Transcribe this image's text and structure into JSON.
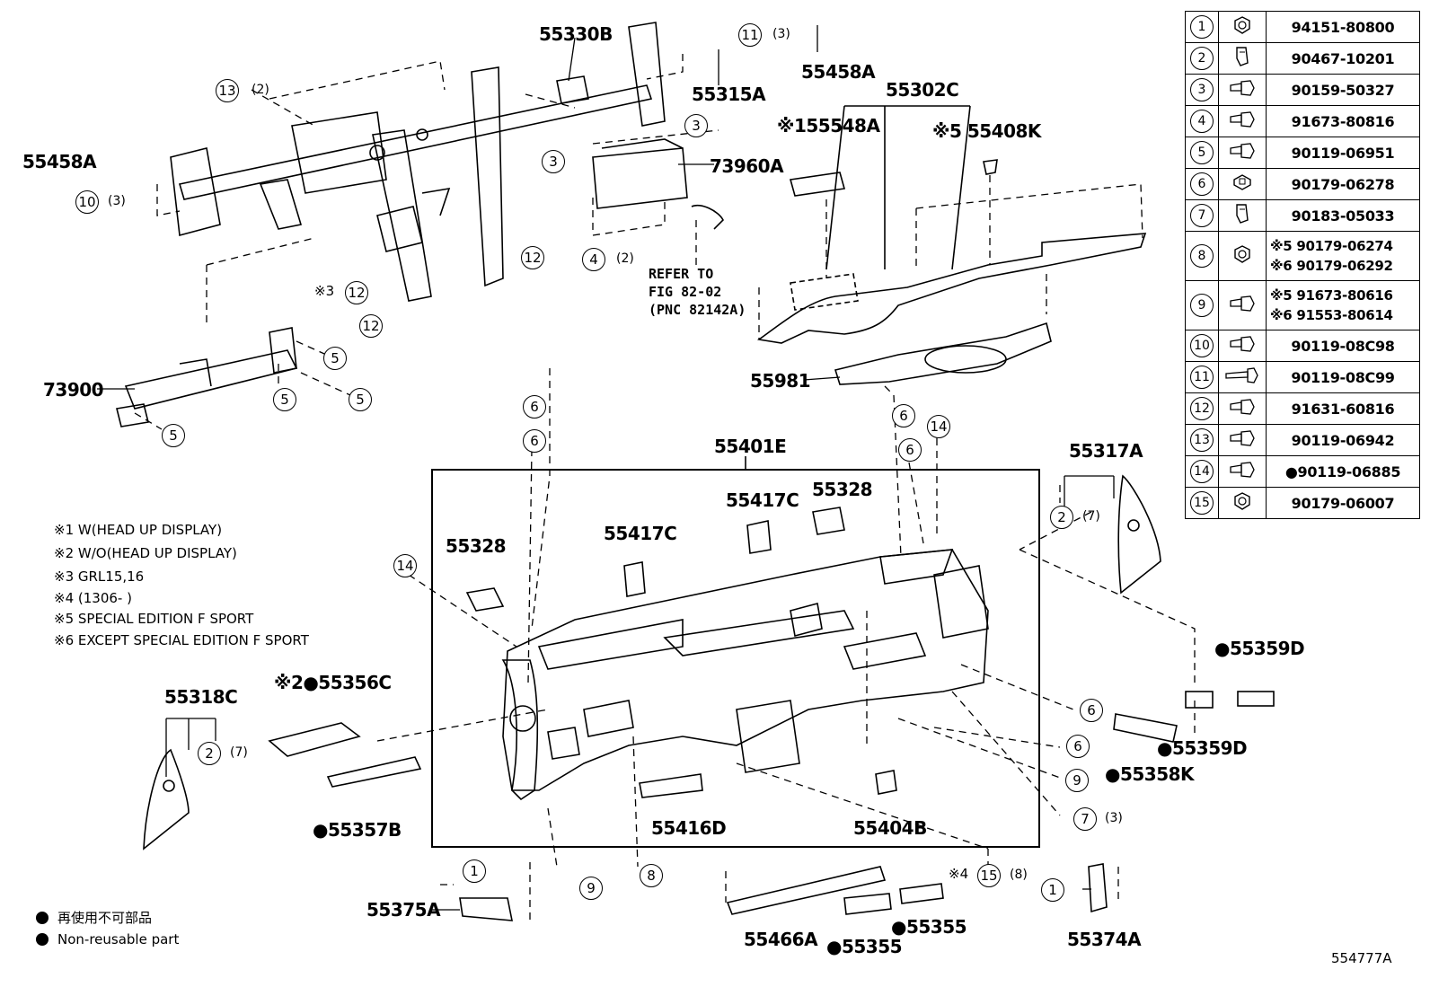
{
  "labels": {
    "p55330B": "55330B",
    "p55458A_top": "55458A",
    "p55458A_left": "55458A",
    "p55315A": "55315A",
    "p55302C": "55302C",
    "p55548A": "※155548A",
    "p55408K": "※5 55408K",
    "p73960A": "73960A",
    "refer": [
      "REFER TO",
      "FIG 82-02",
      "(PNC 82142A)"
    ],
    "p73900": "73900",
    "p55981": "55981",
    "p55401E": "55401E",
    "p55317A": "55317A",
    "p55328_a": "55328",
    "p55328_b": "55328",
    "p55417C_a": "55417C",
    "p55417C_b": "55417C",
    "p55359D_a": "●55359D",
    "p55359D_b": "●55359D",
    "p55358K": "●55358K",
    "p55318C": "55318C",
    "p55356C": "※2●55356C",
    "p55357B": "●55357B",
    "p55416D": "55416D",
    "p55404B": "55404B",
    "p55375A": "55375A",
    "p55466A": "55466A",
    "p55355_a": "●55355",
    "p55355_b": "●55355",
    "p55374A": "55374A"
  },
  "callouts": {
    "c13": "13",
    "q13": "(2)",
    "c11": "11",
    "q11": "(3)",
    "c10": "10",
    "q10": "(3)",
    "c3a": "3",
    "c3b": "3",
    "c4": "4",
    "q4": "(2)",
    "c12a": "12",
    "c12b": "12",
    "c12c": "12",
    "s12": "※3",
    "c5a": "5",
    "c5b": "5",
    "c5c": "5",
    "c5d": "5",
    "c6a": "6",
    "c6b": "6",
    "c6c": "6",
    "c6d": "6",
    "c6e": "6",
    "c6f": "6",
    "c14a": "14",
    "c14b": "14",
    "c2a": "2",
    "q2a": "(7)",
    "c2b": "2",
    "q2b": "(7)",
    "c9a": "9",
    "c9b": "9",
    "c8": "8",
    "c7": "7",
    "q7": "(3)",
    "c15": "15",
    "q15": "(8)",
    "s15": "※4",
    "c1a": "1",
    "c1b": "1"
  },
  "notes": [
    "※1  W(HEAD UP DISPLAY)",
    "※2  W/O(HEAD UP DISPLAY)",
    "※3 GRL15,16",
    "※4 (1306-        )",
    "※5 SPECIAL EDITION F SPORT",
    "※6 EXCEPT SPECIAL EDITION F SPORT"
  ],
  "legend": {
    "line1": "再使用不可部品",
    "line2": "Non-reusable part"
  },
  "parts_table": [
    {
      "num": "1",
      "part": "94151-80800",
      "icon": "nut-icon"
    },
    {
      "num": "2",
      "part": "90467-10201",
      "icon": "clip-icon"
    },
    {
      "num": "3",
      "part": "90159-50327",
      "icon": "bolt-icon"
    },
    {
      "num": "4",
      "part": "91673-80816",
      "icon": "bolt-icon"
    },
    {
      "num": "5",
      "part": "90119-06951",
      "icon": "bolt-icon"
    },
    {
      "num": "6",
      "part": "90179-06278",
      "icon": "nut-plate-icon"
    },
    {
      "num": "7",
      "part": "90183-05033",
      "icon": "clip-icon"
    },
    {
      "num": "8",
      "part": "",
      "sub": [
        "※5 90179-06274",
        "※6 90179-06292"
      ],
      "icon": "nut-icon"
    },
    {
      "num": "9",
      "part": "",
      "sub": [
        "※5 91673-80616",
        "※6 91553-80614"
      ],
      "icon": "bolt-icon"
    },
    {
      "num": "10",
      "part": "90119-08C98",
      "icon": "bolt-icon"
    },
    {
      "num": "11",
      "part": "90119-08C99",
      "icon": "long-bolt-icon"
    },
    {
      "num": "12",
      "part": "91631-60816",
      "icon": "bolt-icon"
    },
    {
      "num": "13",
      "part": "90119-06942",
      "icon": "bolt-icon"
    },
    {
      "num": "14",
      "part": "●90119-06885",
      "icon": "bolt-icon"
    },
    {
      "num": "15",
      "part": "90179-06007",
      "icon": "nut-icon"
    }
  ],
  "footer_code": "554777A"
}
